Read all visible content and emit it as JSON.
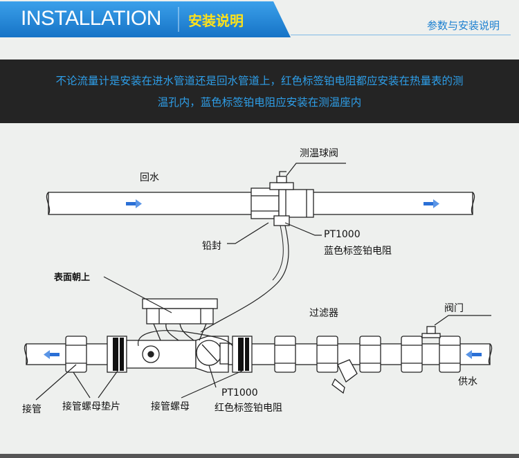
{
  "header": {
    "title_en": "INSTALLATION",
    "title_cn": "安装说明",
    "section_link": "参数与安装说明"
  },
  "notice": {
    "line1": "不论流量计是安装在进水管道还是回水管道上，红色标签铂电阻都应安装在热量表的测",
    "line2": "温孔内，蓝色标签铂电阻应安装在测温座内"
  },
  "diagram": {
    "labels": {
      "return_water": "回水",
      "temp_ball_valve": "测温球阀",
      "lead_seal": "铅封",
      "pt1000_blue_model": "PT1000",
      "pt1000_blue_desc": "蓝色标签铂电阻",
      "face_up": "表面朝上",
      "filter": "过滤器",
      "valve": "阀门",
      "supply_water": "供水",
      "pipe_joint": "接管",
      "nut_gasket": "接管螺母垫片",
      "joint_nut": "接管螺母",
      "pt1000_red_model": "PT1000",
      "pt1000_red_desc": "红色标签铂电阻"
    },
    "colors": {
      "flow_arrow": "#2a6fd6",
      "line": "#222222"
    }
  }
}
